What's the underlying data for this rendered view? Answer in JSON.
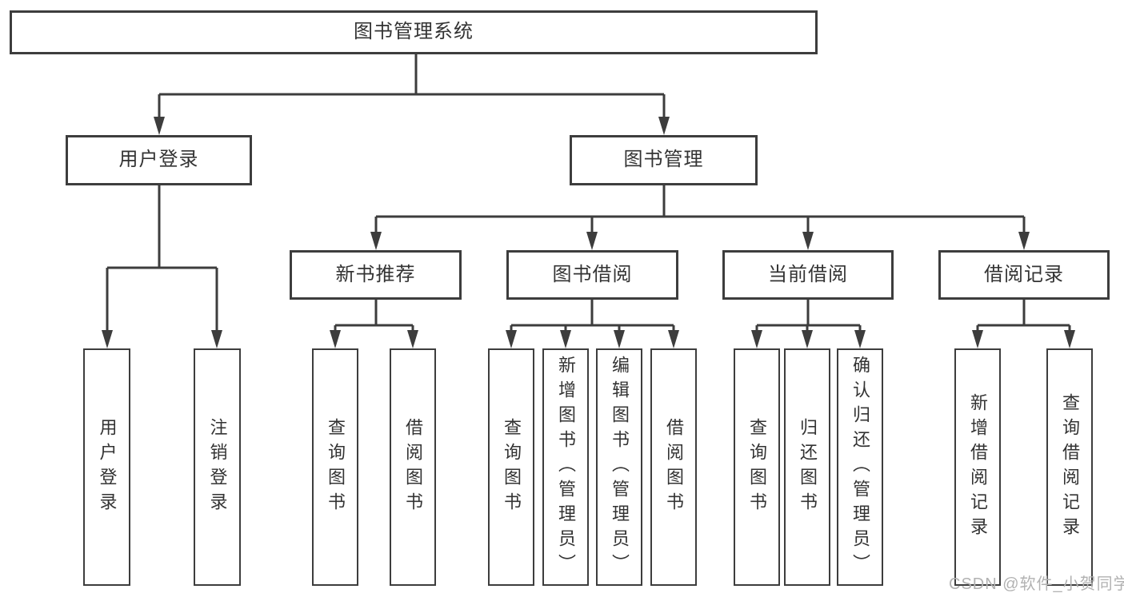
{
  "colors": {
    "background": "#ffffff",
    "box_background": "#ffffff",
    "line": "#3d3d3d",
    "text": "#333333",
    "watermark": "#b2b2b2"
  },
  "watermark": {
    "text": "CSDN @软件_小贺同学"
  },
  "tree": {
    "root": {
      "label": "图书管理系统",
      "children": [
        {
          "label": "用户登录",
          "children": [
            {
              "label": "用户登录"
            },
            {
              "label": "注销登录"
            }
          ]
        },
        {
          "label": "图书管理",
          "children": [
            {
              "label": "新书推荐",
              "children": [
                {
                  "label": "查询图书"
                },
                {
                  "label": "借阅图书"
                }
              ]
            },
            {
              "label": "图书借阅",
              "children": [
                {
                  "label": "查询图书"
                },
                {
                  "label": "新增图书（管理员）"
                },
                {
                  "label": "编辑图书（管理员）"
                },
                {
                  "label": "借阅图书"
                }
              ]
            },
            {
              "label": "当前借阅",
              "children": [
                {
                  "label": "查询图书"
                },
                {
                  "label": "归还图书"
                },
                {
                  "label": "确认归还（管理员）"
                }
              ]
            },
            {
              "label": "借阅记录",
              "children": [
                {
                  "label": "新增借阅记录"
                },
                {
                  "label": "查询借阅记录"
                }
              ]
            }
          ]
        }
      ]
    }
  }
}
